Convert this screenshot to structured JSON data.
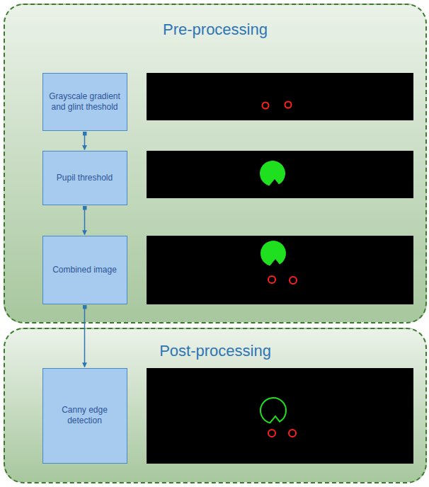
{
  "diagram": {
    "nodes": [
      {
        "text": [
          "Pre-processing"
        ]
      },
      {
        "text": [
          "Grayscale gradient and glint theshold"
        ],
        "in": 0
      },
      {
        "text": [
          "Pupil threshold"
        ],
        "in": 0
      },
      {
        "text": [
          "Combined image"
        ],
        "in": 0
      },
      {
        "text": [
          "Post-processing"
        ]
      },
      {
        "text": [
          "Canny edge detection"
        ],
        "in": 4
      }
    ],
    "edges": [
      {
        "from": 1,
        "to": 2,
        "arrow": "to"
      },
      {
        "from": 2,
        "to": 3,
        "arrow": "to"
      },
      {
        "from": 3,
        "to": 5,
        "arrow": "to"
      }
    ]
  }
}
